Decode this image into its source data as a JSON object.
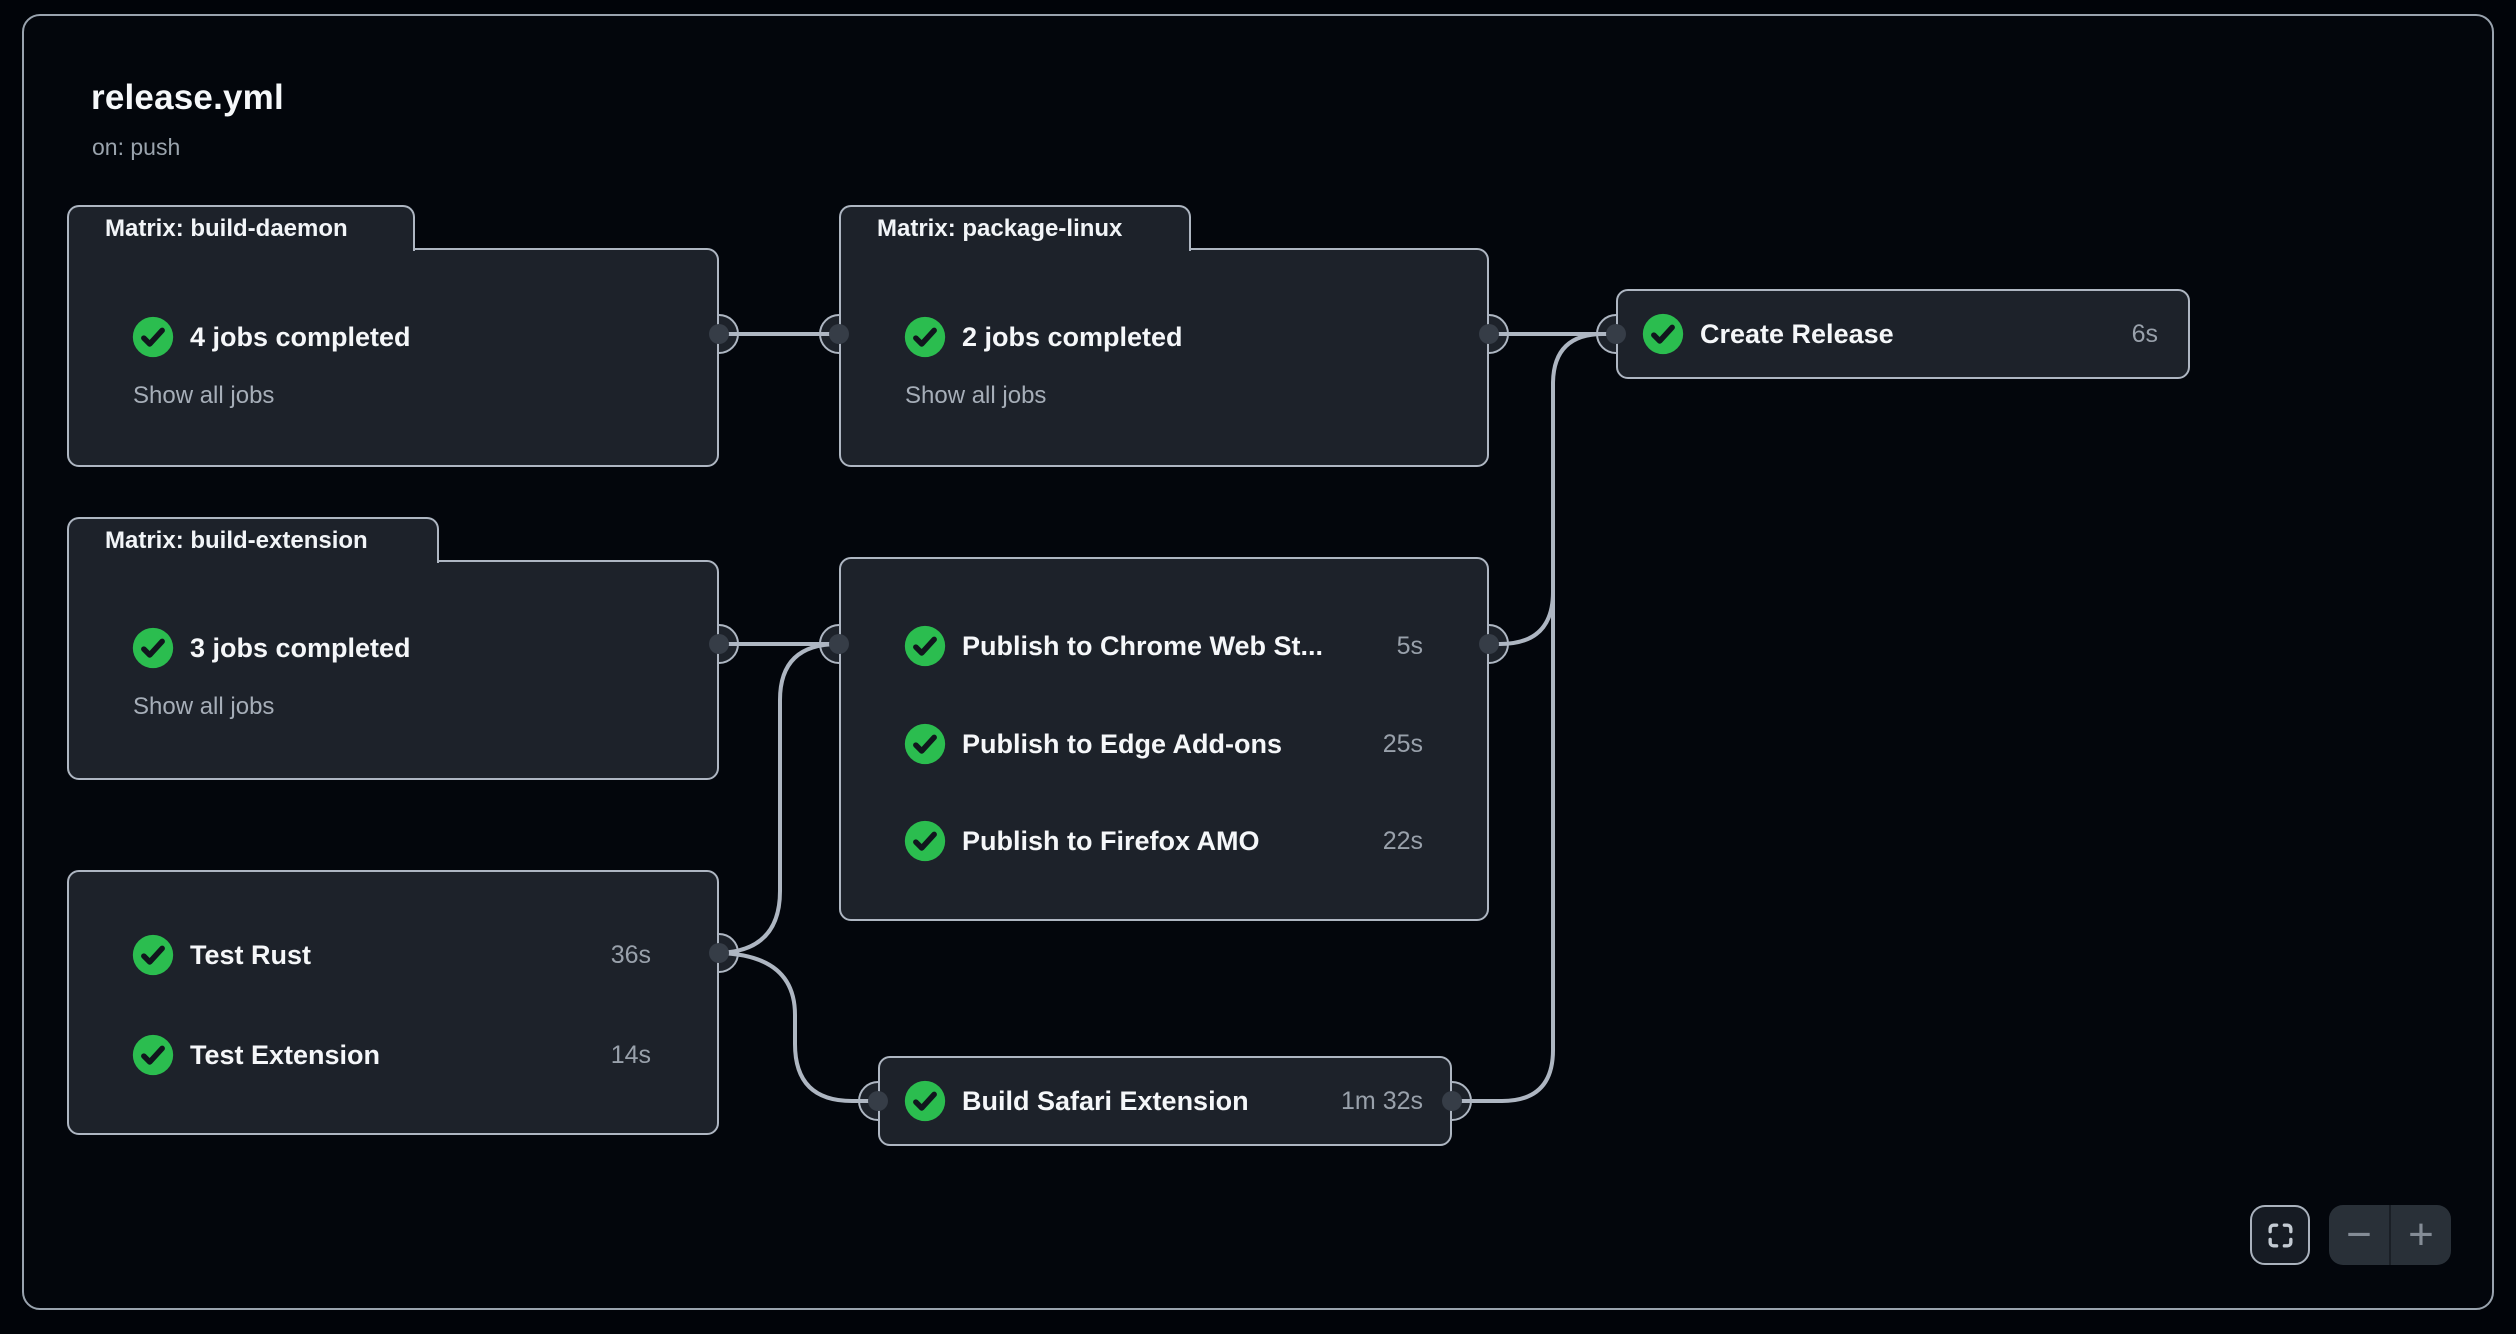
{
  "header": {
    "title": "release.yml",
    "trigger": "on: push"
  },
  "colors": {
    "success_green": "#2bbd4f",
    "card_bg": "#1d222a",
    "border_gray": "#aeb6c2",
    "canvas_bg": "#03060c",
    "text_primary": "#f5f7f9",
    "text_secondary": "#a6aeb8",
    "connector_dot": "#363d47"
  },
  "graph": {
    "nodes": [
      {
        "id": "build-daemon",
        "type": "matrix",
        "tab_label": "Matrix: build-daemon",
        "status": "success",
        "summary": "4 jobs completed",
        "link_label": "Show all jobs"
      },
      {
        "id": "package-linux",
        "type": "matrix",
        "tab_label": "Matrix: package-linux",
        "status": "success",
        "summary": "2 jobs completed",
        "link_label": "Show all jobs"
      },
      {
        "id": "create-release",
        "type": "job",
        "status": "success",
        "label": "Create Release",
        "duration": "6s"
      },
      {
        "id": "build-extension",
        "type": "matrix",
        "tab_label": "Matrix: build-extension",
        "status": "success",
        "summary": "3 jobs completed",
        "link_label": "Show all jobs"
      },
      {
        "id": "publish-group",
        "type": "job-group",
        "jobs": [
          {
            "status": "success",
            "label": "Publish to Chrome Web St...",
            "duration": "5s"
          },
          {
            "status": "success",
            "label": "Publish to Edge Add-ons",
            "duration": "25s"
          },
          {
            "status": "success",
            "label": "Publish to Firefox AMO",
            "duration": "22s"
          }
        ]
      },
      {
        "id": "test-group",
        "type": "job-group",
        "jobs": [
          {
            "status": "success",
            "label": "Test Rust",
            "duration": "36s"
          },
          {
            "status": "success",
            "label": "Test Extension",
            "duration": "14s"
          }
        ]
      },
      {
        "id": "build-safari",
        "type": "job",
        "status": "success",
        "label": "Build Safari Extension",
        "duration": "1m 32s"
      }
    ],
    "edges": [
      {
        "from": "build-daemon",
        "to": "package-linux"
      },
      {
        "from": "package-linux",
        "to": "create-release"
      },
      {
        "from": "build-extension",
        "to": "publish-group"
      },
      {
        "from": "test-group",
        "to": "publish-group"
      },
      {
        "from": "test-group",
        "to": "build-safari"
      },
      {
        "from": "publish-group",
        "to": "create-release"
      },
      {
        "from": "build-safari",
        "to": "create-release"
      }
    ]
  },
  "controls": {
    "zoom_out_label": "−",
    "zoom_in_label": "+"
  }
}
